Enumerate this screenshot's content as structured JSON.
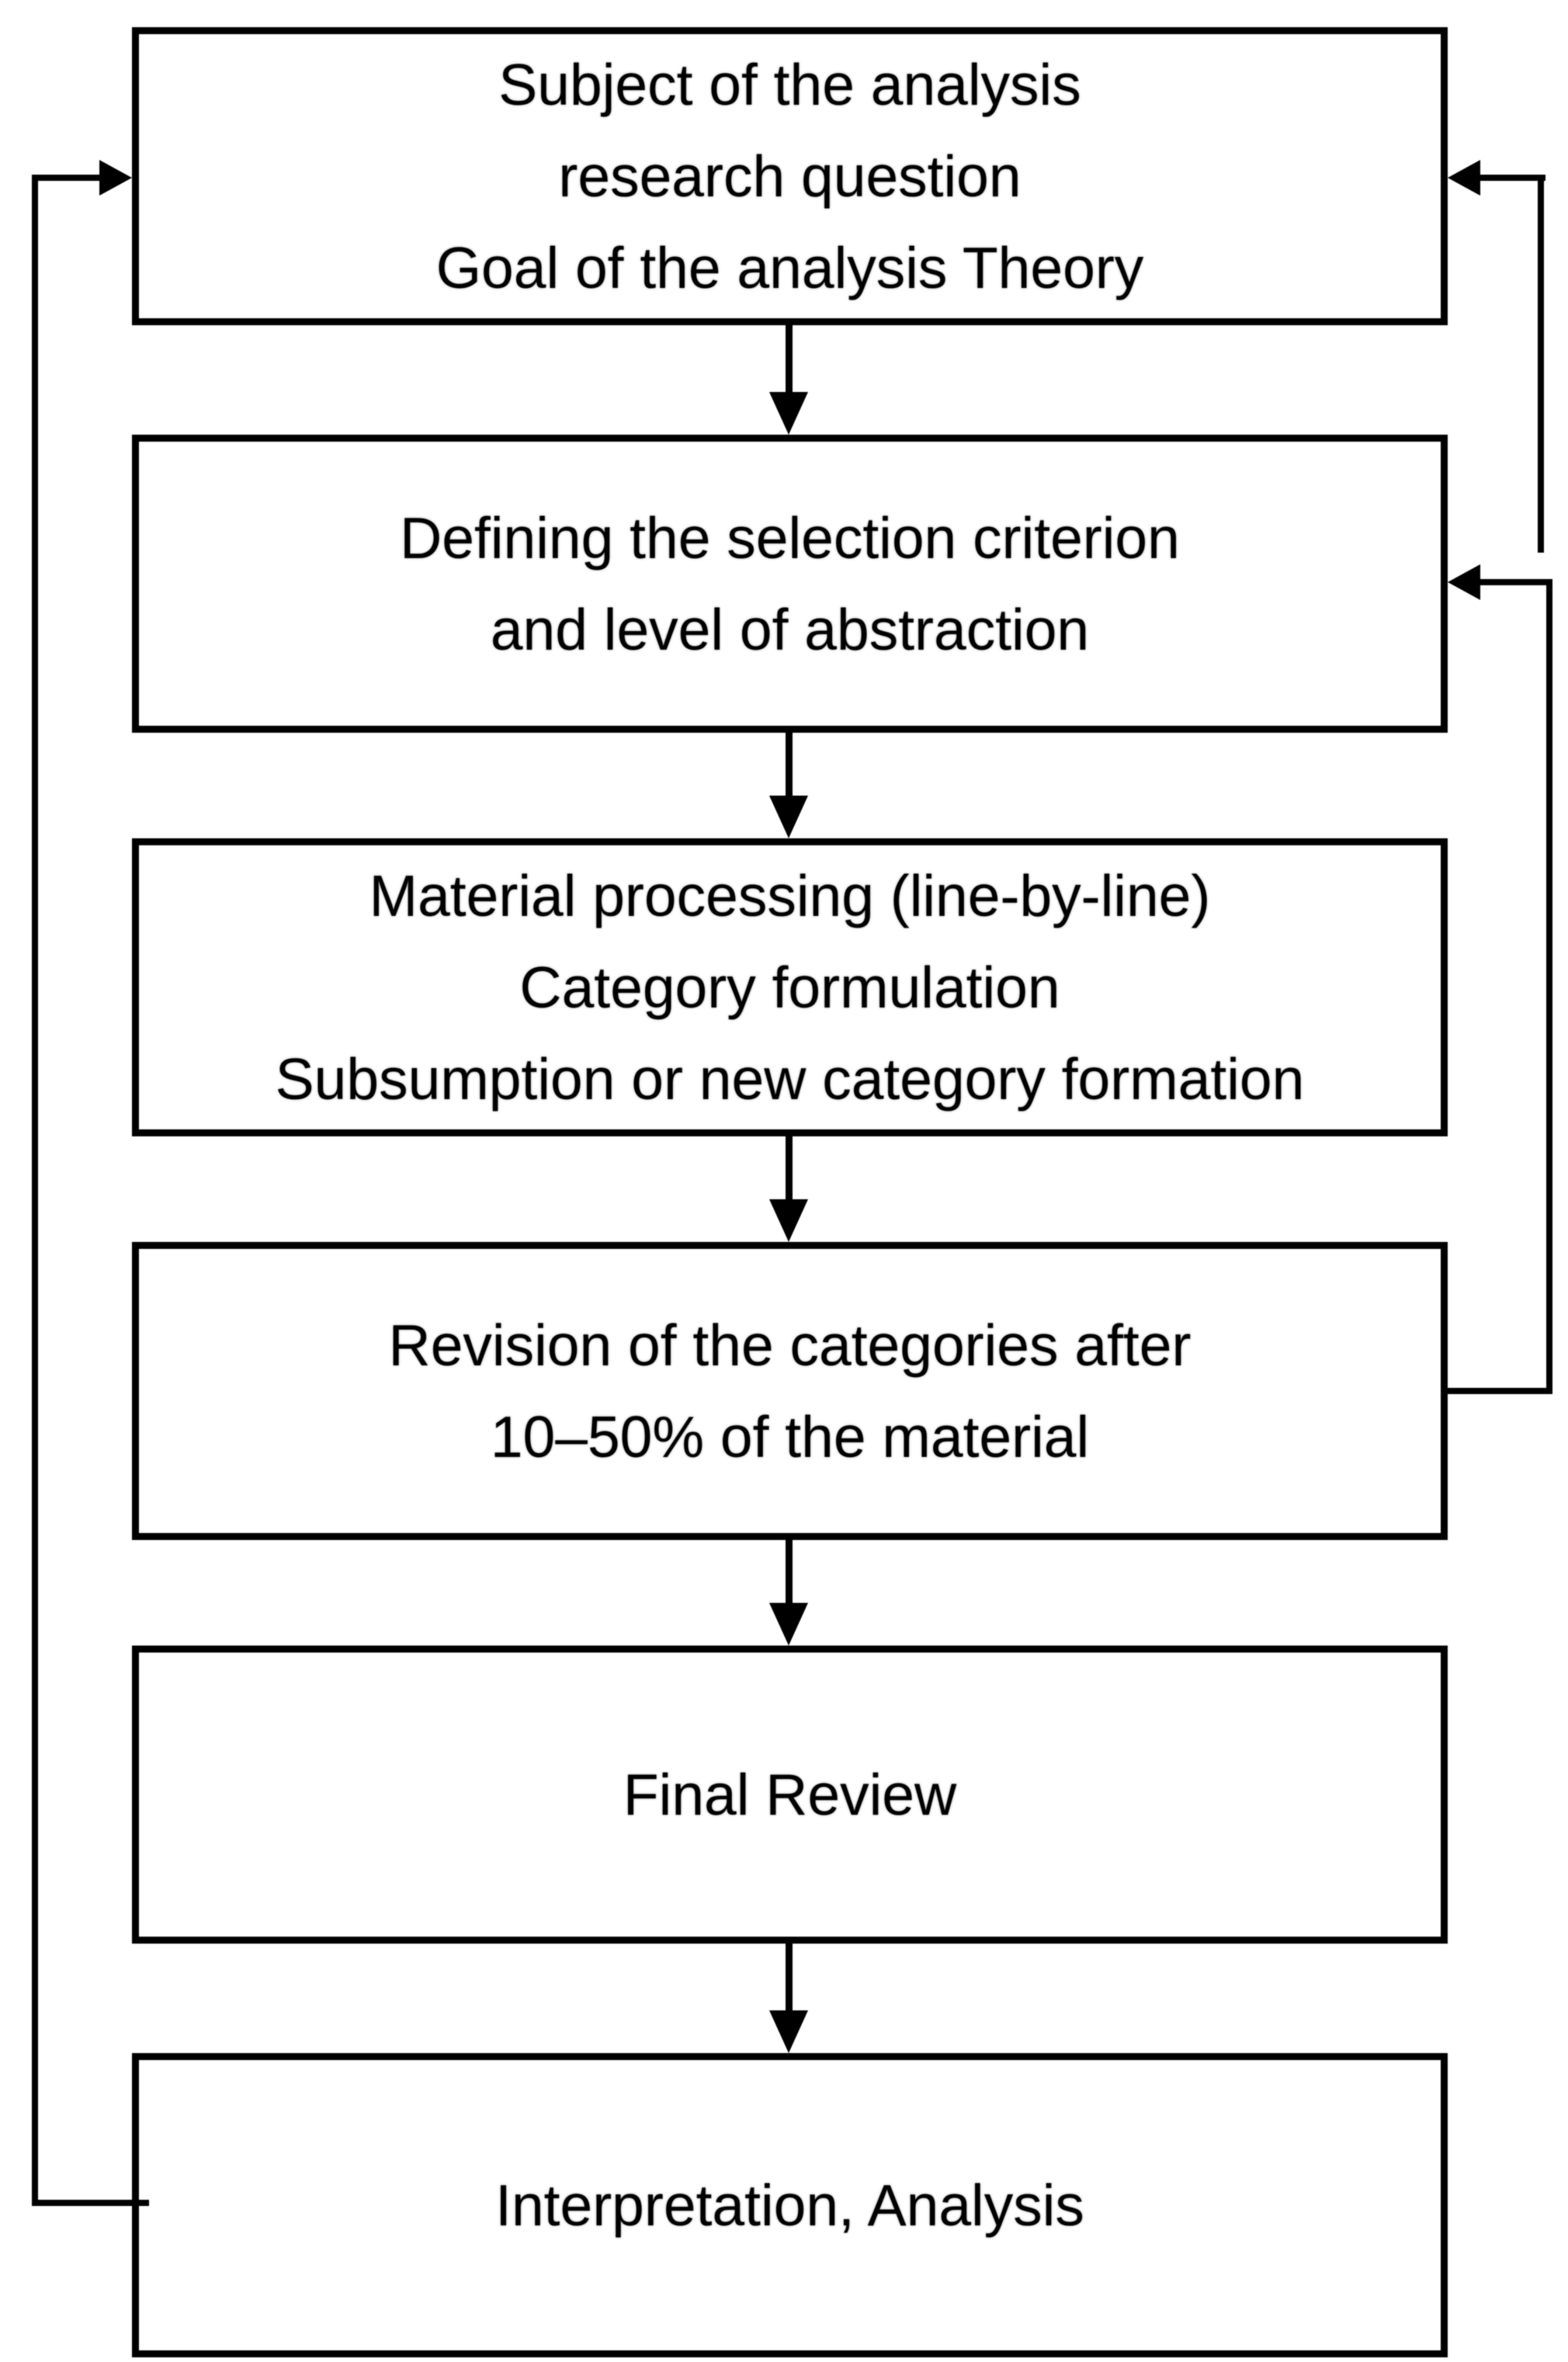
{
  "diagram": {
    "type": "flowchart",
    "colors": {
      "line": "#000000",
      "background": "#ffffff",
      "text": "#000000"
    },
    "boxes": [
      {
        "id": "subject",
        "lines": [
          "Subject of the analysis",
          "research question",
          "Goal of the analysis Theory"
        ]
      },
      {
        "id": "selection-criterion",
        "lines": [
          "Defining the selection criterion",
          "and level of abstraction"
        ]
      },
      {
        "id": "material-processing",
        "lines": [
          "Material processing (line-by-line)",
          "Category formulation",
          "Subsumption or new category formation"
        ]
      },
      {
        "id": "revision",
        "lines": [
          "Revision of the categories after",
          "10–50% of the material"
        ]
      },
      {
        "id": "final-review",
        "lines": [
          "Final Review"
        ]
      },
      {
        "id": "interpretation",
        "lines": [
          "Interpretation, Analysis"
        ]
      }
    ],
    "edges": [
      "subject -> selection-criterion",
      "selection-criterion -> material-processing",
      "material-processing -> revision",
      "revision -> final-review",
      "final-review -> interpretation",
      "revision -> selection-criterion (right feedback loop)",
      "revision -> subject (right outer feedback)",
      "interpretation -> subject (left feedback loop)"
    ]
  }
}
